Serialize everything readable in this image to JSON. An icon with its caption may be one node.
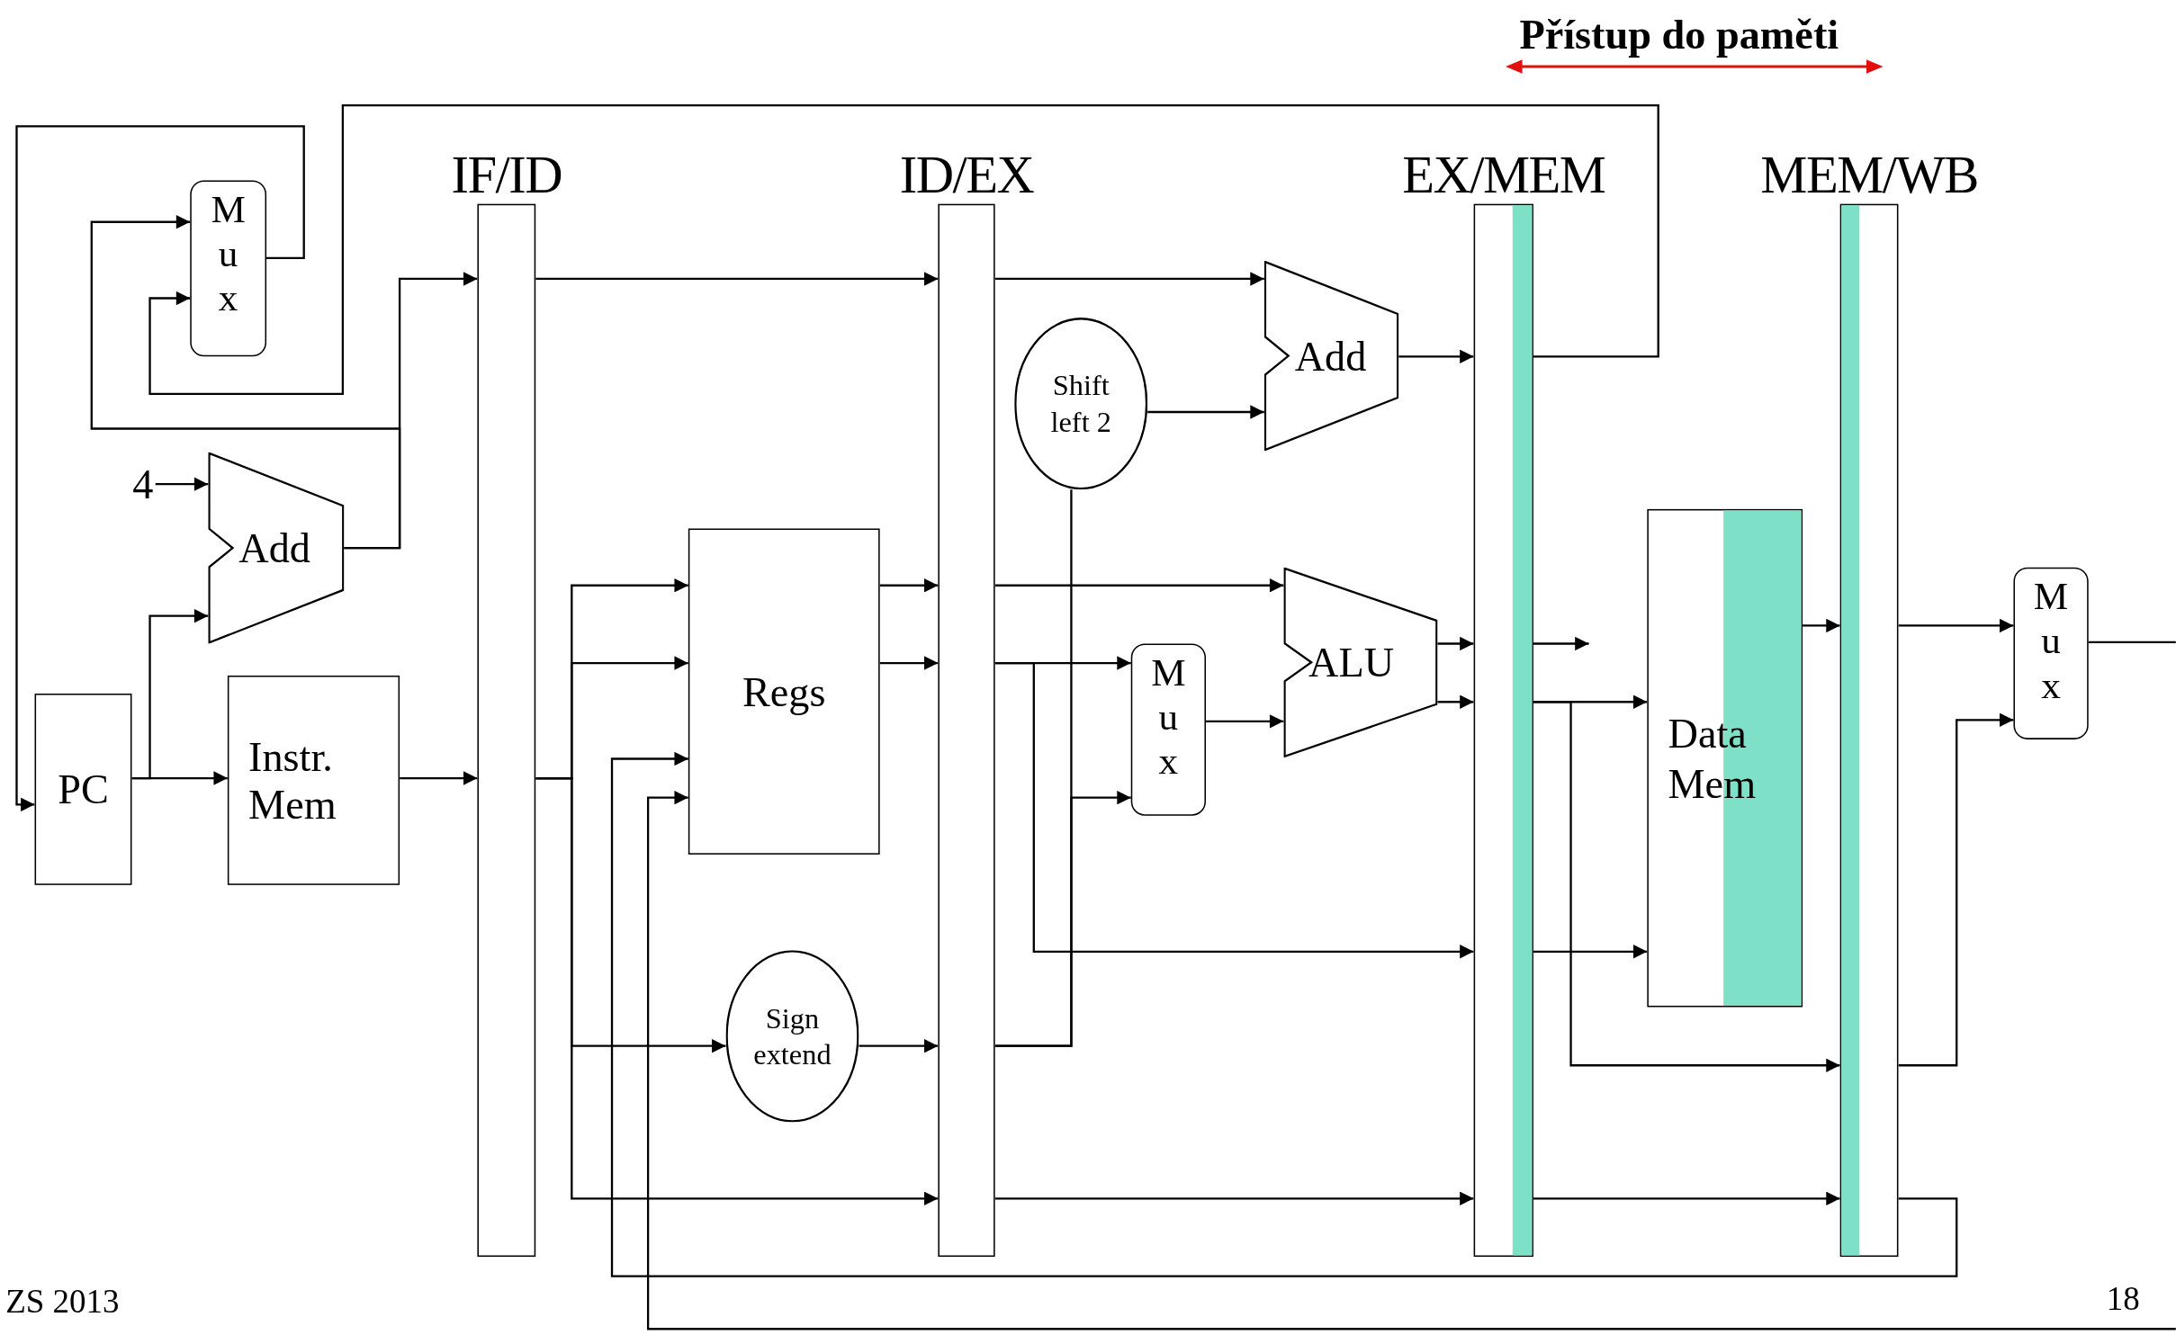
{
  "diagram": {
    "title": "Přístup do paměti",
    "nodes": [
      {
        "text": [
          "IF/ID"
        ]
      },
      {
        "text": [
          "ID/EX"
        ]
      },
      {
        "text": [
          "EX/MEM"
        ]
      },
      {
        "text": [
          "MEM/WB"
        ]
      },
      {
        "text": [
          "PC"
        ]
      },
      {
        "text": [
          "Instr. Mem"
        ]
      },
      {
        "text": [
          "M u x"
        ]
      },
      {
        "text": [
          "Add"
        ]
      },
      {
        "text": [
          "Regs"
        ]
      },
      {
        "text": [
          "Sign extend"
        ]
      },
      {
        "text": [
          "Shift left 2"
        ]
      },
      {
        "text": [
          "Add"
        ]
      },
      {
        "text": [
          "M u x"
        ]
      },
      {
        "text": [
          "ALU"
        ]
      },
      {
        "text": [
          "Data Mem"
        ]
      },
      {
        "text": [
          "M u x"
        ]
      },
      {
        "text": [
          "4"
        ]
      }
    ],
    "edges": [
      {
        "from": 0,
        "to": 1,
        "arrow": "to"
      },
      {
        "from": 1,
        "to": 11,
        "arrow": "to"
      },
      {
        "from": 10,
        "to": 11,
        "arrow": "to"
      },
      {
        "from": 11,
        "to": 2,
        "arrow": "to"
      },
      {
        "from": 2,
        "to": 6,
        "arrow": "to"
      },
      {
        "from": 6,
        "to": 4,
        "arrow": "to"
      },
      {
        "from": 7,
        "to": 0,
        "arrow": "to"
      },
      {
        "from": 7,
        "to": 6,
        "arrow": "to"
      },
      {
        "from": 16,
        "to": 7,
        "arrow": "to"
      },
      {
        "from": 4,
        "to": 7,
        "arrow": "to"
      },
      {
        "from": 4,
        "to": 5,
        "arrow": "to"
      },
      {
        "from": 5,
        "to": 0,
        "arrow": "to"
      },
      {
        "from": 0,
        "to": 8,
        "arrow": "to"
      },
      {
        "from": 0,
        "to": 8,
        "arrow": "to"
      },
      {
        "from": 0,
        "to": 9,
        "arrow": "to"
      },
      {
        "from": 0,
        "to": 1,
        "arrow": "to"
      },
      {
        "from": 8,
        "to": 1,
        "arrow": "to"
      },
      {
        "from": 8,
        "to": 1,
        "arrow": "to"
      },
      {
        "from": 9,
        "to": 1,
        "arrow": "to"
      },
      {
        "from": 1,
        "to": 13,
        "arrow": "to"
      },
      {
        "from": 1,
        "to": 12,
        "arrow": "to"
      },
      {
        "from": 1,
        "to": 2,
        "arrow": "to"
      },
      {
        "from": 1,
        "to": 10,
        "arrow": "none"
      },
      {
        "from": 1,
        "to": 12,
        "arrow": "to"
      },
      {
        "from": 1,
        "to": 2,
        "arrow": "to"
      },
      {
        "from": 12,
        "to": 13,
        "arrow": "to"
      },
      {
        "from": 13,
        "to": 2,
        "arrow": "to"
      },
      {
        "from": 13,
        "to": 2,
        "arrow": "to"
      },
      {
        "from": 2,
        "to": null,
        "arrow": "to"
      },
      {
        "from": 2,
        "to": 14,
        "arrow": "to"
      },
      {
        "from": 2,
        "to": 3,
        "arrow": "to"
      },
      {
        "from": 2,
        "to": 14,
        "arrow": "to"
      },
      {
        "from": 2,
        "to": 3,
        "arrow": "to"
      },
      {
        "from": 14,
        "to": 3,
        "arrow": "to"
      },
      {
        "from": 3,
        "to": 15,
        "arrow": "to"
      },
      {
        "from": 3,
        "to": 15,
        "arrow": "to"
      },
      {
        "from": 15,
        "to": null,
        "arrow": "none"
      },
      {
        "from": null,
        "to": 8,
        "arrow": "to"
      },
      {
        "from": 3,
        "to": 8,
        "arrow": "to"
      }
    ],
    "labels": [
      "ZS 2013",
      "18"
    ]
  }
}
